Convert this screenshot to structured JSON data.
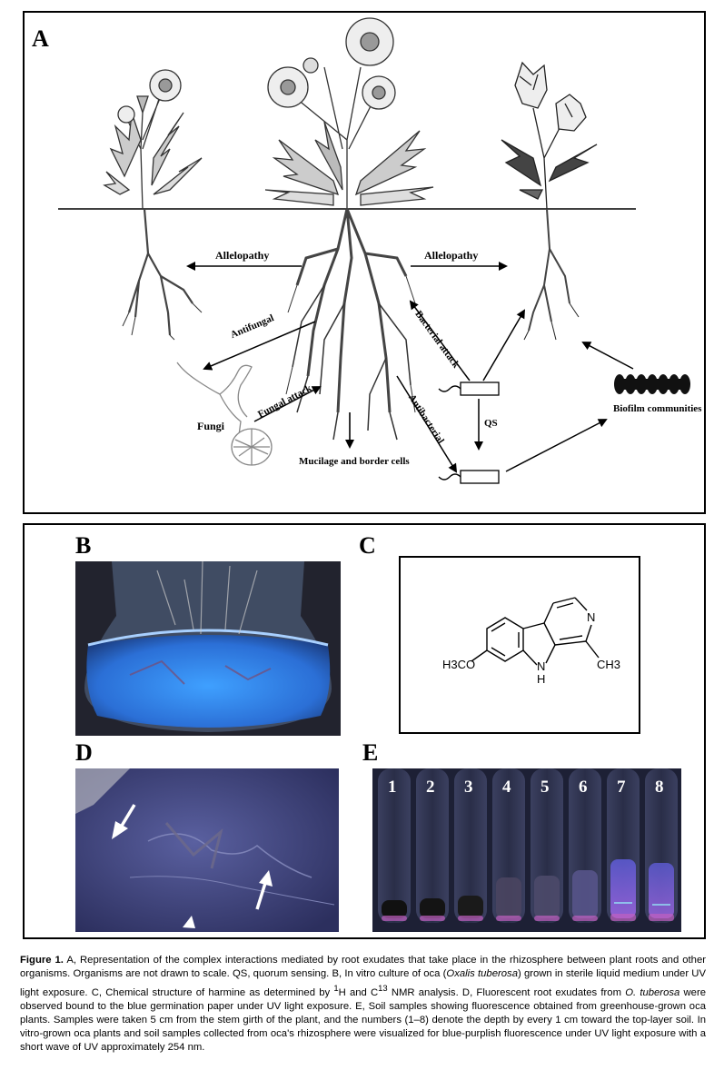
{
  "panelA": {
    "label": "A",
    "labels": {
      "allelopathy_left": "Allelopathy",
      "allelopathy_right": "Allelopathy",
      "antifungal": "Antifungal",
      "fungi": "Fungi",
      "fungal_attack": "Fungal attack",
      "mucilage": "Mucilage and border cells",
      "bacterial_attack": "Bacterial attack",
      "antibacterial": "Antibacterial",
      "qs": "QS",
      "biofilm": "Biofilm communities"
    }
  },
  "panelB": {
    "label": "B"
  },
  "panelC": {
    "label": "C",
    "structure": {
      "methoxy": "H3CO",
      "nh": "N",
      "h": "H",
      "n": "N",
      "methyl": "CH3"
    }
  },
  "panelD": {
    "label": "D"
  },
  "panelE": {
    "label": "E",
    "tubes": [
      "1",
      "2",
      "3",
      "4",
      "5",
      "6",
      "7",
      "8"
    ]
  },
  "caption": {
    "figure_label": "Figure 1.",
    "seg1": " A, Representation of the complex interactions mediated by root exudates that take place in the rhizosphere between plant roots and other organisms. Organisms are not drawn to scale. QS, quorum sensing. B, In vitro culture of oca (",
    "italic1": "Oxalis tuberosa",
    "seg2": ") grown in sterile liquid medium under UV light exposure. C, Chemical structure of harmine as determined by ",
    "sup1": "1",
    "seg3": "H and C",
    "sup2": "13",
    "seg4": " NMR analysis. D, Fluorescent root exudates from ",
    "italic2": "O. tuberosa",
    "seg5": " were observed bound to the blue germination paper under UV light exposure. E, Soil samples showing fluorescence obtained from greenhouse-grown oca plants. Samples were taken 5 cm from the stem girth of the plant, and the numbers (1–8) denote the depth by every 1 cm toward the top-layer soil. In vitro-grown oca plants and soil samples collected from oca's rhizosphere were visualized for blue-purplish fluorescence under UV light exposure with a short wave of UV approximately 254 nm."
  }
}
